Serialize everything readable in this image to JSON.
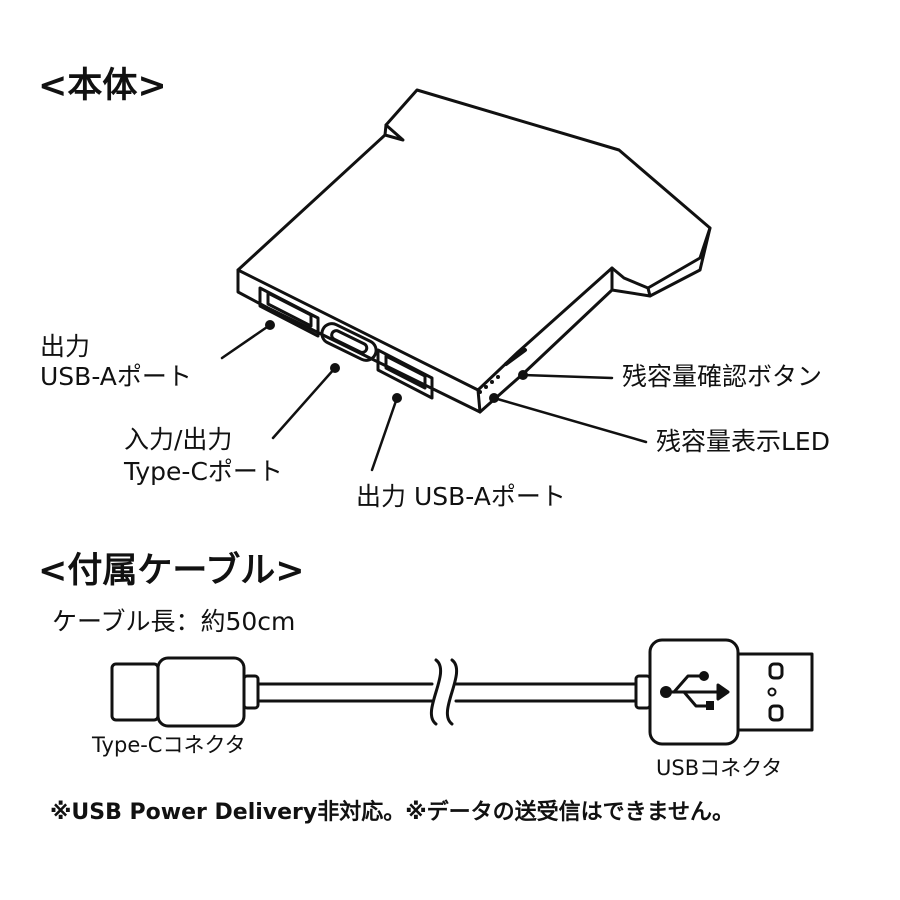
{
  "headings": {
    "body": "<本体>",
    "cable": "<付属ケーブル>"
  },
  "device_labels": {
    "usb_a_left_line1": "出力",
    "usb_a_left_line2": "USB-Aポート",
    "type_c_line1": "入力/出力",
    "type_c_line2": "Type-Cポート",
    "usb_a_bottom": "出力 USB-Aポート",
    "battery_button": "残容量確認ボタン",
    "battery_led": "残容量表示LED"
  },
  "cable": {
    "length_label": "ケーブル長：約50cm",
    "type_c_connector": "Type-Cコネクタ",
    "usb_connector": "USBコネクタ"
  },
  "footnote": "※USB Power Delivery非対応。※データの送受信はできません。",
  "icons": [
    "usb-trident-icon"
  ],
  "colors": {
    "ink": "#111111",
    "paper": "#ffffff"
  }
}
